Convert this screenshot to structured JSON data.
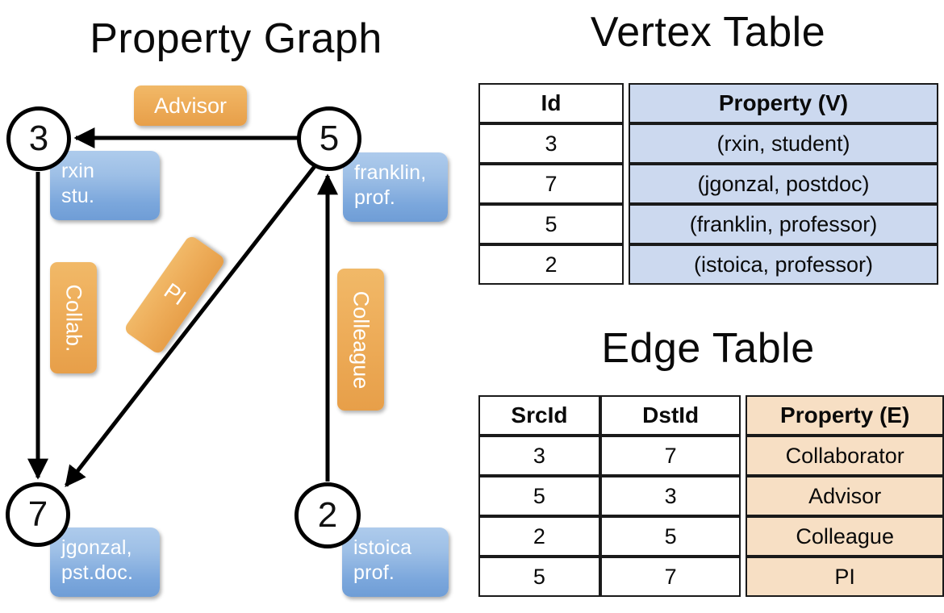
{
  "titles": {
    "graph": "Property Graph",
    "vertex_table": "Vertex Table",
    "edge_table": "Edge Table"
  },
  "colors": {
    "vertex_property_fill": "#ccd9ef",
    "edge_property_fill": "#f7dfc4",
    "vertex_box_fill": "#7ba7dc",
    "edge_badge_fill": "#eeae5b",
    "stroke": "#000000"
  },
  "graph": {
    "nodes": [
      {
        "id": "3",
        "label": "3",
        "prop_line1": "rxin",
        "prop_line2": "stu."
      },
      {
        "id": "5",
        "label": "5",
        "prop_line1": "franklin,",
        "prop_line2": "prof."
      },
      {
        "id": "7",
        "label": "7",
        "prop_line1": "jgonzal,",
        "prop_line2": "pst.doc."
      },
      {
        "id": "2",
        "label": "2",
        "prop_line1": "istoica",
        "prop_line2": "prof."
      }
    ],
    "edge_labels": [
      {
        "id": "advisor",
        "text": "Advisor"
      },
      {
        "id": "collab",
        "text": "Collab."
      },
      {
        "id": "pi",
        "text": "PI"
      },
      {
        "id": "colleague",
        "text": "Colleague"
      }
    ],
    "edges": [
      {
        "src": "5",
        "dst": "3",
        "label": "Advisor"
      },
      {
        "src": "3",
        "dst": "7",
        "label": "Collab."
      },
      {
        "src": "5",
        "dst": "7",
        "label": "PI"
      },
      {
        "src": "2",
        "dst": "5",
        "label": "Colleague"
      }
    ]
  },
  "vertex_table": {
    "headers": [
      "Id",
      "Property (V)"
    ],
    "rows": [
      {
        "id": "3",
        "property": "(rxin, student)"
      },
      {
        "id": "7",
        "property": "(jgonzal, postdoc)"
      },
      {
        "id": "5",
        "property": "(franklin, professor)"
      },
      {
        "id": "2",
        "property": "(istoica, professor)"
      }
    ]
  },
  "edge_table": {
    "headers": [
      "SrcId",
      "DstId",
      "Property (E)"
    ],
    "rows": [
      {
        "src": "3",
        "dst": "7",
        "property": "Collaborator"
      },
      {
        "src": "5",
        "dst": "3",
        "property": "Advisor"
      },
      {
        "src": "2",
        "dst": "5",
        "property": "Colleague"
      },
      {
        "src": "5",
        "dst": "7",
        "property": "PI"
      }
    ]
  }
}
